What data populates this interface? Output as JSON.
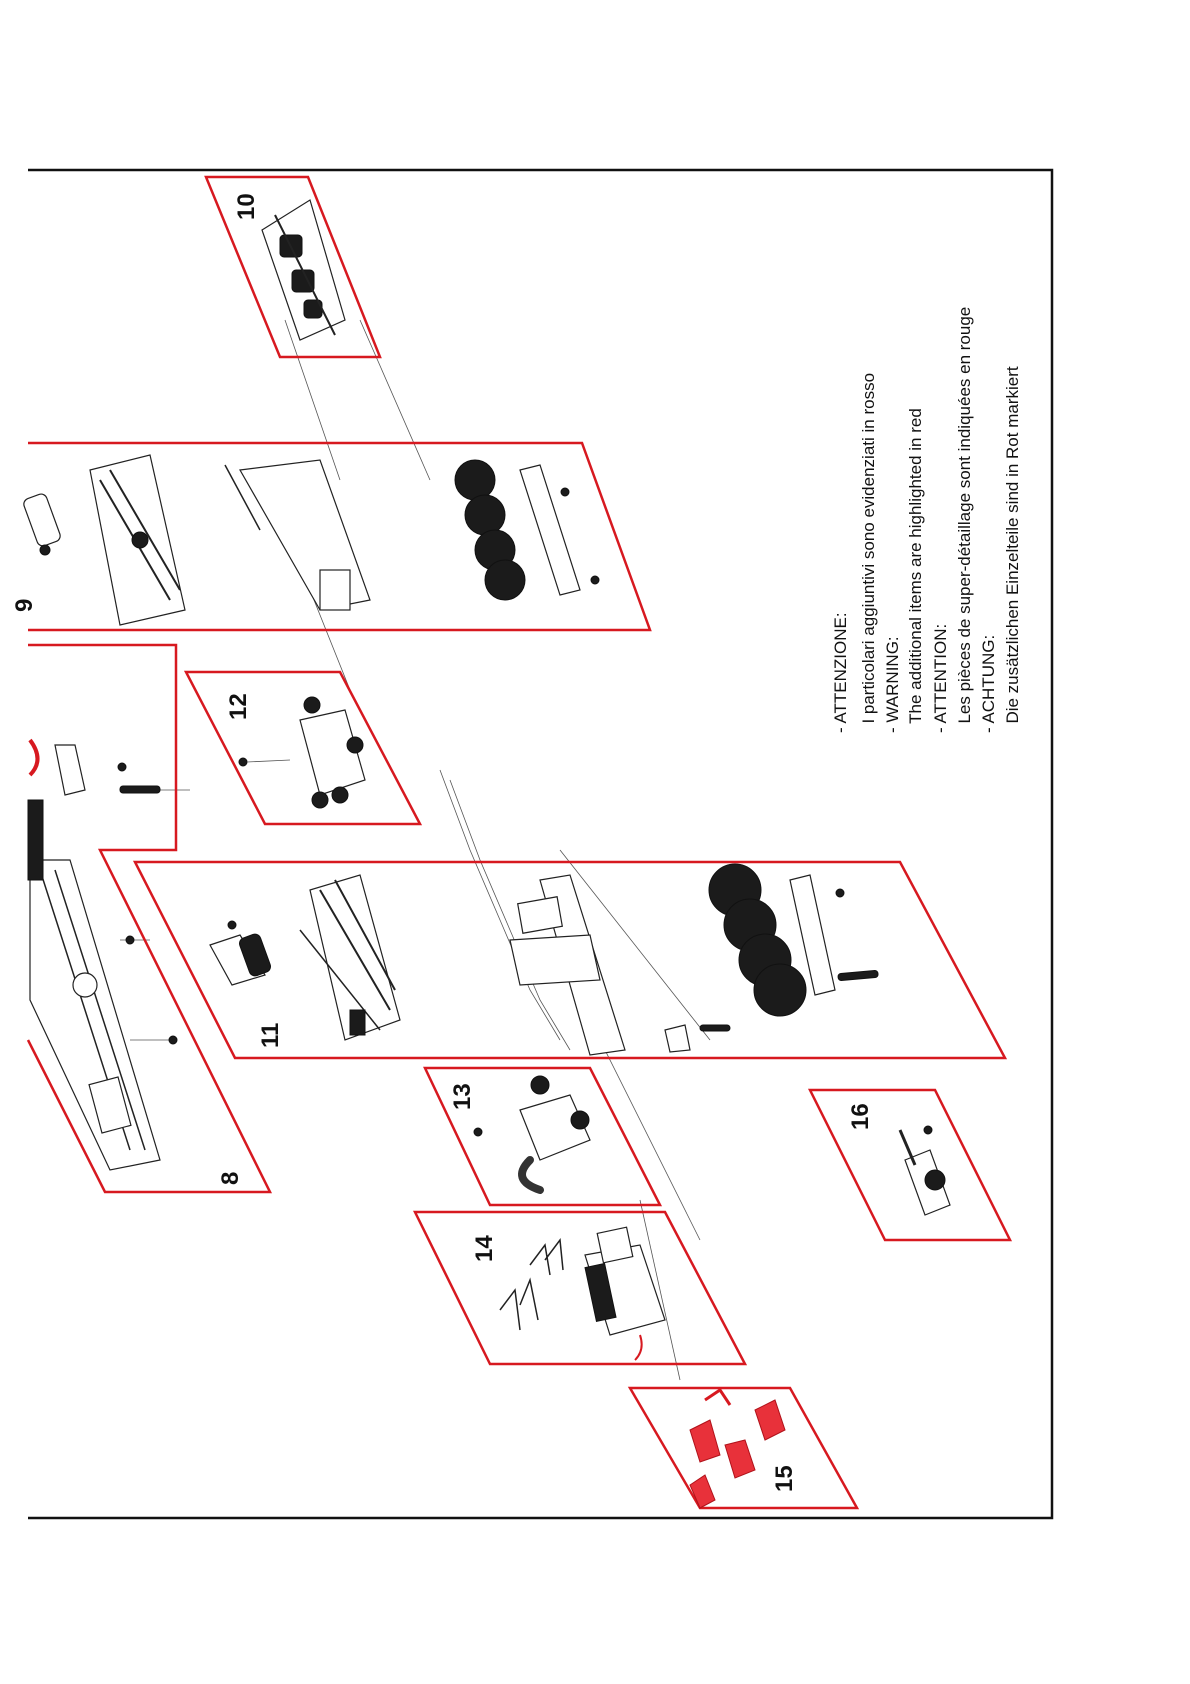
{
  "sheet": {
    "groups": [
      {
        "id": "8",
        "label": "8"
      },
      {
        "id": "9",
        "label": "9"
      },
      {
        "id": "10",
        "label": "10"
      },
      {
        "id": "11",
        "label": "11"
      },
      {
        "id": "12",
        "label": "12"
      },
      {
        "id": "13",
        "label": "13"
      },
      {
        "id": "14",
        "label": "14"
      },
      {
        "id": "15",
        "label": "15"
      },
      {
        "id": "16",
        "label": "16"
      }
    ],
    "notes": [
      "- ATTENZIONE:",
      "  I particolari aggiuntivi sono evidenziati in rosso",
      "- WARNING:",
      "  The additional items are highlighted in red",
      "- ATTENTION:",
      "  Les pièces de super-détaillage sont indiquées en rouge",
      "- ACHTUNG:",
      "  Die zusätzlichen Einzelteile sind in Rot markiert"
    ],
    "colors": {
      "frame": "#d71920",
      "highlight": "#e8313a",
      "ink": "#111111"
    }
  }
}
